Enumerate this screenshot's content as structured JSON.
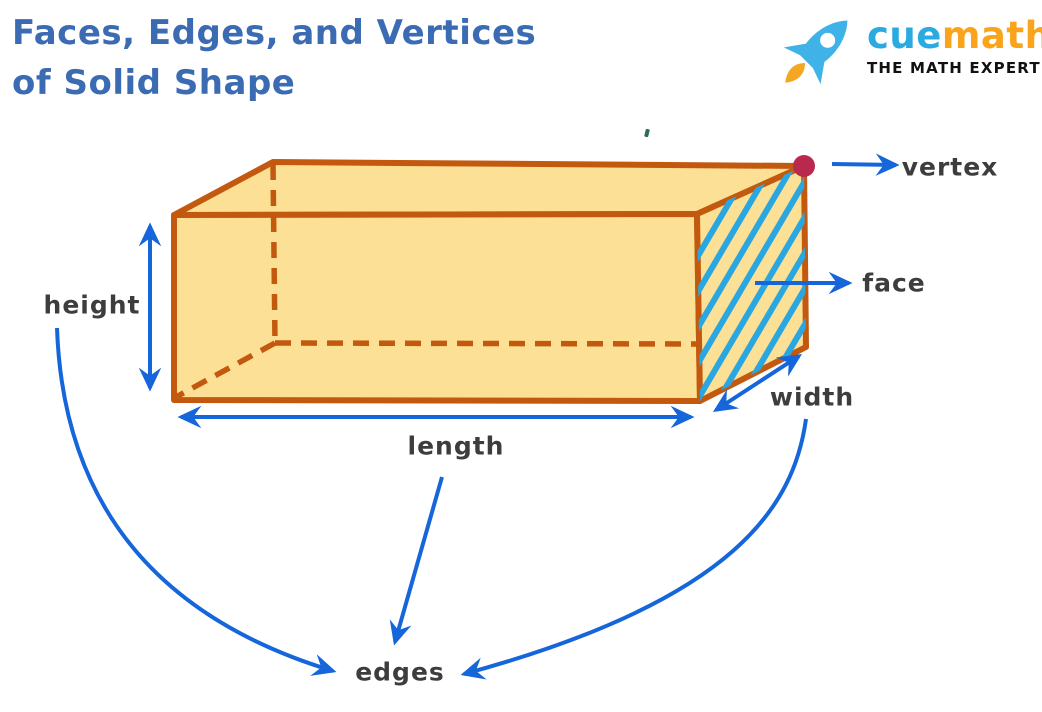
{
  "header": {
    "title_line1": "Faces, Edges, and Vertices",
    "title_line2": "of Solid Shape",
    "title_color": "#3b6bb2"
  },
  "logo": {
    "brand_cue": "cue",
    "brand_math": "math",
    "tagline": "THE MATH EXPERT",
    "colors": {
      "cue": "#29abe2",
      "math": "#f9a41b",
      "tagline": "#111111",
      "rocket_body": "#3fb3e8",
      "rocket_flame": "#f5a623"
    }
  },
  "diagram": {
    "shape": "cuboid",
    "labels": {
      "height": "height",
      "length": "length",
      "width": "width",
      "vertex": "vertex",
      "face": "face",
      "edges": "edges"
    },
    "colors": {
      "solid_fill": "#fbe095",
      "solid_stroke": "#c2590f",
      "hidden_edge_style": "dashed",
      "face_hatch": "#2aa7e0",
      "arrow": "#1565db",
      "vertex_dot": "#b8294d",
      "label_text": "#3d3d3d"
    }
  }
}
